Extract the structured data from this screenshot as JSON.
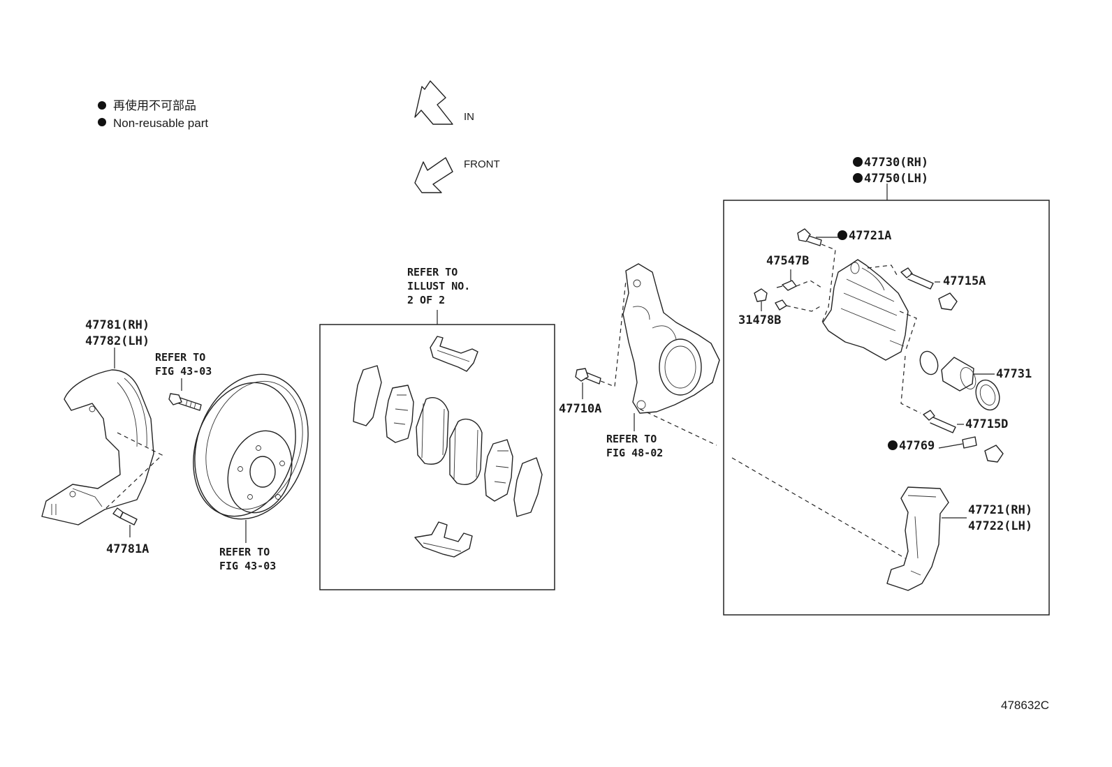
{
  "legend": {
    "line_jp": "再使用不可部品",
    "line_en": "Non-reusable part"
  },
  "directions": {
    "in": "IN",
    "front": "FRONT"
  },
  "labels": {
    "p47781_rh": "47781(RH)",
    "p47782_lh": "47782(LH)",
    "p47781a": "47781A",
    "refer_to": "REFER TO",
    "fig_43_03": "FIG 43-03",
    "illust_no": "ILLUST NO.",
    "two_of_two": "2 OF 2",
    "p47710a": "47710A",
    "fig_48_02": "FIG 48-02",
    "p47730_rh": "47730(RH)",
    "p47750_lh": "47750(LH)",
    "p47721a": "47721A",
    "p47547b": "47547B",
    "p31478b": "31478B",
    "p47715a": "47715A",
    "p47731": "47731",
    "p47715d": "47715D",
    "p47769": "47769",
    "p47721_rh": "47721(RH)",
    "p47722_lh": "47722(LH)"
  },
  "figure_id": "478632C"
}
